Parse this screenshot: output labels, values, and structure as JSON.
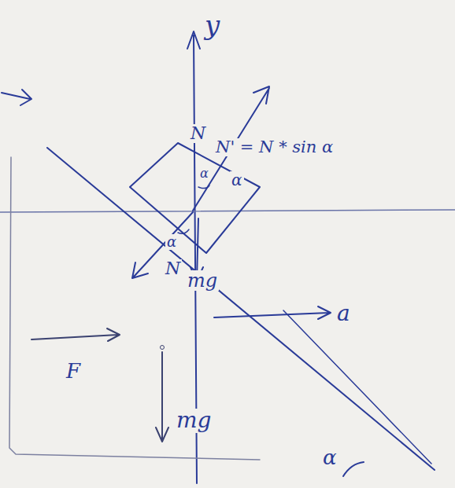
{
  "diagram": {
    "labels": [
      "y",
      "N",
      "α",
      "α",
      "N' = N * sin α",
      "α",
      "N",
      "mg",
      "a",
      "F",
      "mg",
      "α"
    ]
  }
}
